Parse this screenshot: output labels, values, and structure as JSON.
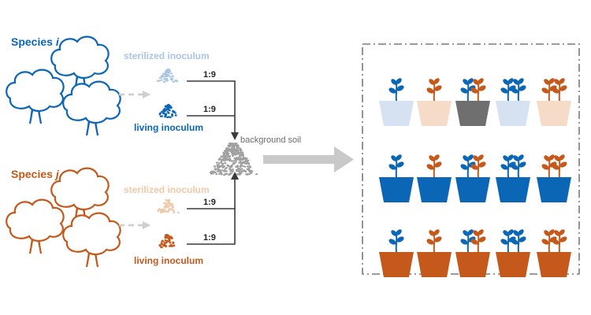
{
  "colors": {
    "blue": "#0b66b6",
    "orange": "#c4591b",
    "blue_light": "#a9c4e4",
    "blue_pale": "#d6e2f2",
    "orange_light": "#f0c9a8",
    "orange_pale": "#f6dcc8",
    "gray": "#a0a0a0",
    "gray_dark": "#6f6f6f",
    "arrow": "#c9c9c9",
    "ink": "#3b3b3b"
  },
  "species_i": {
    "prefix": "Species",
    "var": "i"
  },
  "species_j": {
    "prefix": "Species",
    "var": "j"
  },
  "inoculum": {
    "sterilized_label": "sterilized inoculum",
    "living_label": "living inoculum"
  },
  "ratio": "1:9",
  "background_soil": "background soil",
  "pot_rows": [
    [
      "blue_pale",
      "orange_pale",
      "gray_dark",
      "blue_pale",
      "orange_pale"
    ],
    [
      "blue",
      "blue",
      "blue",
      "blue",
      "blue"
    ],
    [
      "orange",
      "orange",
      "orange",
      "orange",
      "orange"
    ]
  ],
  "plant_pattern": [
    "blue",
    "orange",
    "mixed",
    "blue_pair",
    "orange_pair"
  ]
}
